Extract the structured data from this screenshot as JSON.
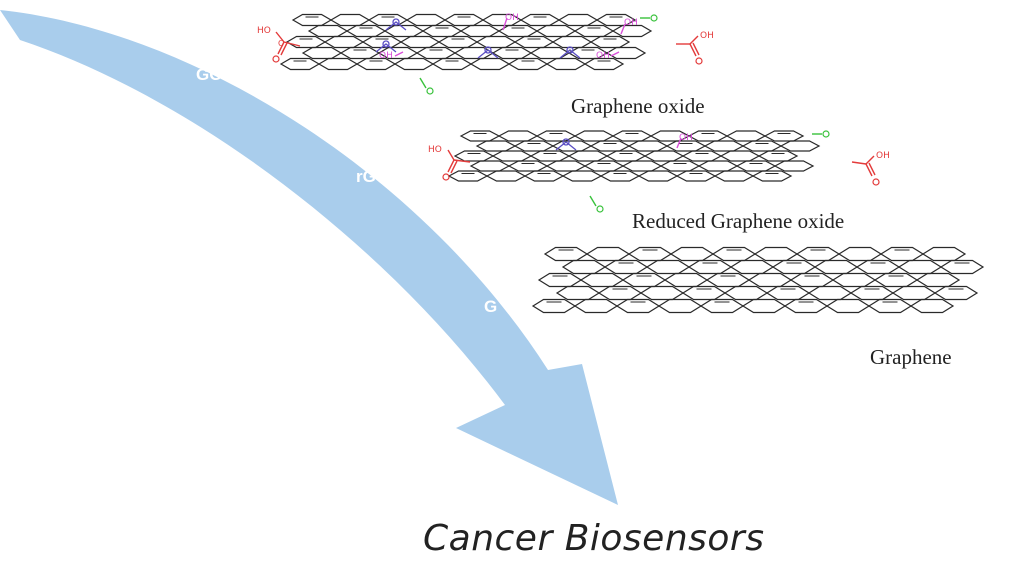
{
  "arrow": {
    "stages": [
      {
        "key": "go",
        "label": "GO"
      },
      {
        "key": "rgo",
        "label": "rGO"
      },
      {
        "key": "g",
        "label": "G"
      }
    ],
    "color": "#a9cdec"
  },
  "sheets": [
    {
      "key": "graphene-oxide",
      "label": "Graphene oxide"
    },
    {
      "key": "reduced-graphene-oxide",
      "label": "Reduced Graphene oxide"
    },
    {
      "key": "graphene",
      "label": "Graphene"
    }
  ],
  "groups": {
    "hydroxyl": "OH",
    "carboxyl_oh": "OH",
    "carboxyl_ho": "HO",
    "carbon": "C",
    "oxygen": "O"
  },
  "colors": {
    "lattice": "#2a2a2a",
    "carboxyl": "#e33b3b",
    "hydroxyl": "#d94fd9",
    "epoxy": "#5b4fc4",
    "carbonyl": "#39c23c"
  },
  "footer": {
    "title": "Cancer Biosensors"
  }
}
